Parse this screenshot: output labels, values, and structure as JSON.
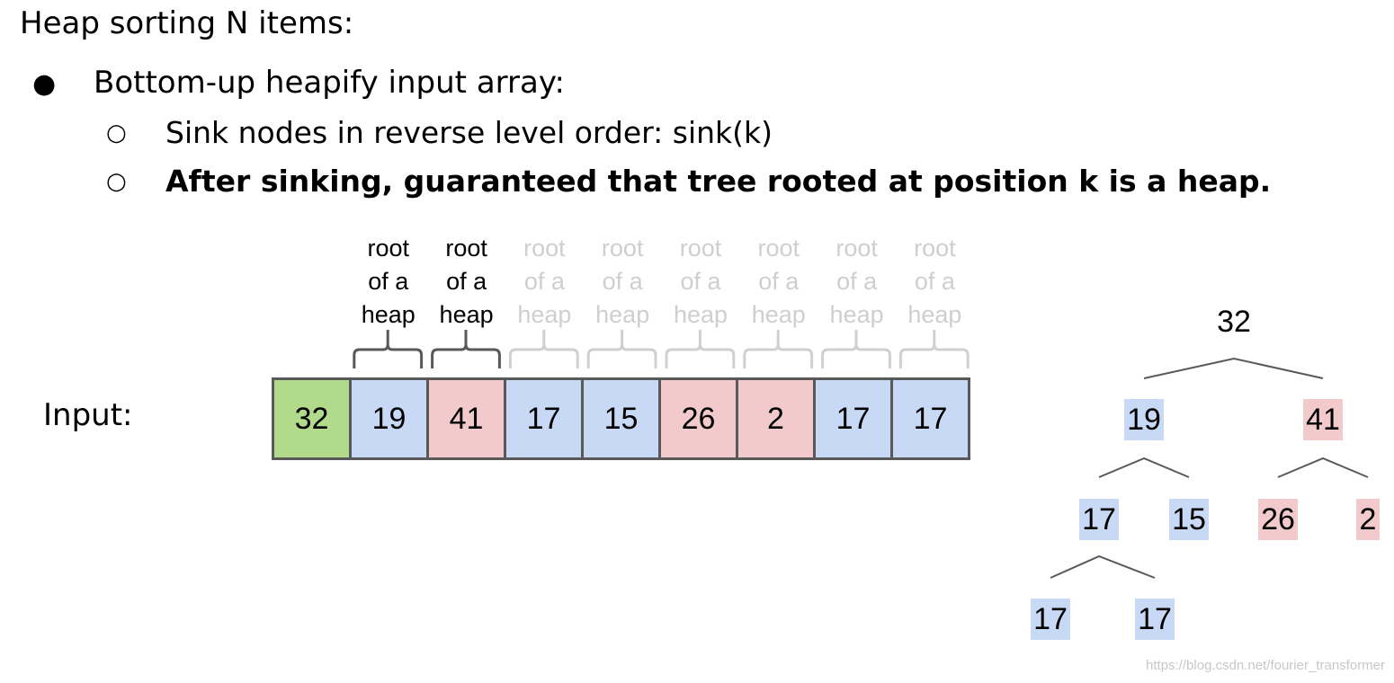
{
  "heading": "Heap sorting N items:",
  "bullets": {
    "main": "Bottom-up heapify input array:",
    "sub": [
      "Sink nodes in reverse level order: sink(k)",
      "After sinking, guaranteed that tree rooted at position k is a heap."
    ],
    "main_marker": "●",
    "sub_marker": "○"
  },
  "input_label": "Input:",
  "colors": {
    "green": "#b1db8b",
    "blue": "#c8d9f6",
    "pink": "#f2cacb",
    "active_text": "#000000",
    "faded_text": "#cfcfcf",
    "active_brace": "#595959",
    "faded_brace": "#d0d0d0",
    "line": "#595959"
  },
  "array": [
    {
      "value": "32",
      "color": "green"
    },
    {
      "value": "19",
      "color": "blue"
    },
    {
      "value": "41",
      "color": "pink"
    },
    {
      "value": "17",
      "color": "blue"
    },
    {
      "value": "15",
      "color": "blue"
    },
    {
      "value": "26",
      "color": "pink"
    },
    {
      "value": "2",
      "color": "pink"
    },
    {
      "value": "17",
      "color": "blue"
    },
    {
      "value": "17",
      "color": "blue"
    }
  ],
  "root_labels": [
    {
      "lines": [
        "root",
        "of a",
        "heap"
      ],
      "active": true
    },
    {
      "lines": [
        "root",
        "of a",
        "heap"
      ],
      "active": true
    },
    {
      "lines": [
        "root",
        "of a",
        "heap"
      ],
      "active": false
    },
    {
      "lines": [
        "root",
        "of a",
        "heap"
      ],
      "active": false
    },
    {
      "lines": [
        "root",
        "of a",
        "heap"
      ],
      "active": false
    },
    {
      "lines": [
        "root",
        "of a",
        "heap"
      ],
      "active": false
    },
    {
      "lines": [
        "root",
        "of a",
        "heap"
      ],
      "active": false
    },
    {
      "lines": [
        "root",
        "of a",
        "heap"
      ],
      "active": false
    }
  ],
  "tree": [
    {
      "value": "32",
      "color": null
    },
    {
      "value": "19",
      "color": "blue"
    },
    {
      "value": "41",
      "color": "pink"
    },
    {
      "value": "17",
      "color": "blue"
    },
    {
      "value": "15",
      "color": "blue"
    },
    {
      "value": "26",
      "color": "pink"
    },
    {
      "value": "2",
      "color": "pink"
    },
    {
      "value": "17",
      "color": "blue"
    },
    {
      "value": "17",
      "color": "blue"
    }
  ],
  "watermark": "https://blog.csdn.net/fourier_transformer"
}
